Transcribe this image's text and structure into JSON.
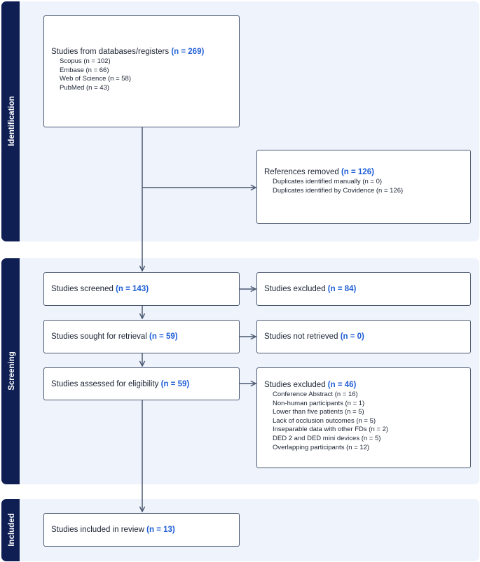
{
  "phases": {
    "identification": "Identification",
    "screening": "Screening",
    "included": "Included"
  },
  "identification": {
    "databases": {
      "label": "Studies from databases/registers",
      "count": "(n = 269)",
      "items": [
        "Scopus (n = 102)",
        "Embase (n = 66)",
        "Web of Science (n = 58)",
        "PubMed (n = 43)"
      ]
    },
    "removed": {
      "label": "References removed",
      "count": "(n = 126)",
      "items": [
        "Duplicates identified manually (n = 0)",
        "Duplicates identified by Covidence (n = 126)"
      ]
    }
  },
  "screening": {
    "screened": {
      "label": "Studies screened",
      "count": "(n = 143)"
    },
    "excluded_1": {
      "label": "Studies excluded",
      "count": "(n = 84)"
    },
    "sought": {
      "label": "Studies sought for retrieval",
      "count": "(n = 59)"
    },
    "not_retrieved": {
      "label": "Studies not retrieved",
      "count": "(n = 0)"
    },
    "assessed": {
      "label": "Studies assessed for eligibility",
      "count": "(n = 59)"
    },
    "excluded_2": {
      "label": "Studies excluded",
      "count": "(n = 46)",
      "items": [
        "Conference Abstract (n = 16)",
        "Non-human participants (n = 1)",
        "Lower than five patients (n = 5)",
        "Lack of occlusion outcomes (n = 5)",
        "Inseparable data with other FDs (n = 2)",
        "DED 2 and DED mini devices (n = 5)",
        "Overlapping participants (n = 12)"
      ]
    }
  },
  "included": {
    "review": {
      "label": "Studies included in review",
      "count": "(n = 13)"
    }
  },
  "colors": {
    "band_background": "#eef3fc",
    "phase_tab": "#0f1f54",
    "count_highlight": "#1f5fd6",
    "box_border": "#4a5870"
  }
}
